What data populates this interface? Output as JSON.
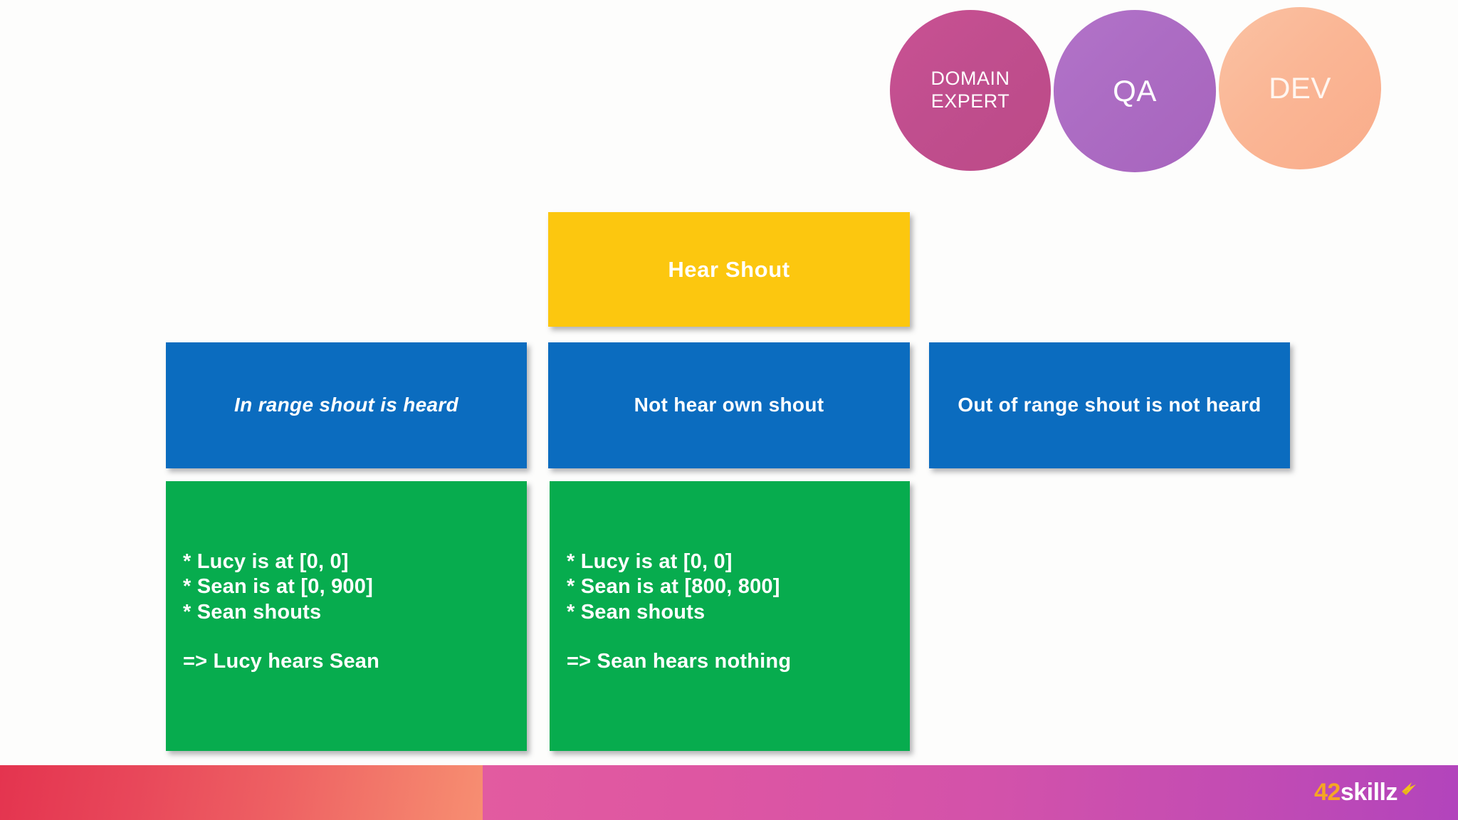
{
  "slide": {
    "background_color": "#FDFDFC"
  },
  "roles": {
    "items": [
      {
        "id": "domain-expert",
        "label": "DOMAIN\nEXPERT",
        "line1": "DOMAIN",
        "line2": "EXPERT",
        "color": "#C04E8E"
      },
      {
        "id": "qa",
        "label": "QA",
        "color": "#AC6CC3"
      },
      {
        "id": "dev",
        "label": "DEV",
        "color": "#FAB695"
      }
    ]
  },
  "feature": {
    "title": "Hear Shout",
    "color": "#FCC70F"
  },
  "scenarios": {
    "accent_color": "#0B6CBF",
    "example_color": "#07AC4E",
    "items": [
      {
        "id": "in-range",
        "title": "In range shout is heard",
        "style": "italic",
        "example": {
          "lines": [
            "* Lucy is at [0, 0]",
            "* Sean is at [0, 900]",
            "* Sean shouts"
          ],
          "conclusion": "=> Lucy hears Sean"
        }
      },
      {
        "id": "not-hear-own-shout",
        "title": "Not hear own shout",
        "style": "normal",
        "example": {
          "lines": [
            "* Lucy is at [0, 0]",
            "* Sean is at [800, 800]",
            "* Sean shouts"
          ],
          "conclusion": "=> Sean hears nothing"
        }
      },
      {
        "id": "out-of-range",
        "title": "Out of range shout is not heard",
        "style": "normal",
        "example": null
      }
    ]
  },
  "footer": {
    "brand_prefix": "42",
    "brand_suffix": "skillz",
    "warm_gradient_from": "#E4344F",
    "warm_gradient_to": "#F78E72",
    "cool_gradient_from": "#E25BA0",
    "cool_gradient_to": "#B244BC"
  }
}
